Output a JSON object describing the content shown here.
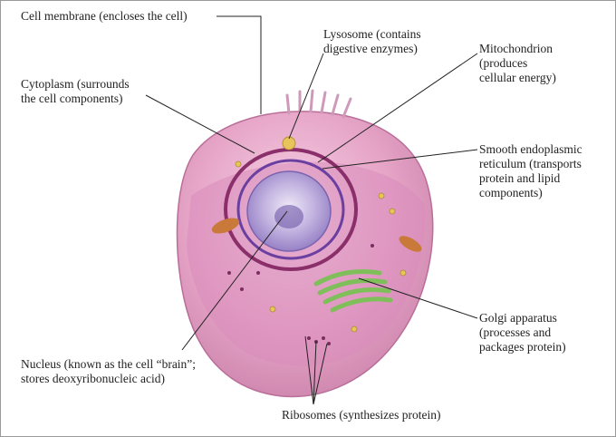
{
  "labels": {
    "cell_membrane": "Cell membrane (encloses the cell)",
    "lysosome": "Lysosome (contains\ndigestive enzymes)",
    "mitochondrion": "Mitochondrion\n(produces\ncellular energy)",
    "cytoplasm": "Cytoplasm (surrounds\nthe cell components)",
    "smooth_er": "Smooth endoplasmic\nreticulum (transports\nprotein and lipid\ncomponents)",
    "golgi": "Golgi apparatus\n(processes and\npackages protein)",
    "nucleus": "Nucleus (known as the cell “brain”;\nstores deoxyribonucleic acid)",
    "ribosomes": "Ribosomes (synthesizes protein)"
  },
  "colors": {
    "cell_body": "#e7a6c8",
    "nucleus": "#a994cf",
    "rough_er": "#8a2f6a",
    "golgi": "#7fbf5a",
    "mitochondrion": "#c97a3a",
    "lysosome": "#e8c55a",
    "leader_line": "#222222"
  }
}
